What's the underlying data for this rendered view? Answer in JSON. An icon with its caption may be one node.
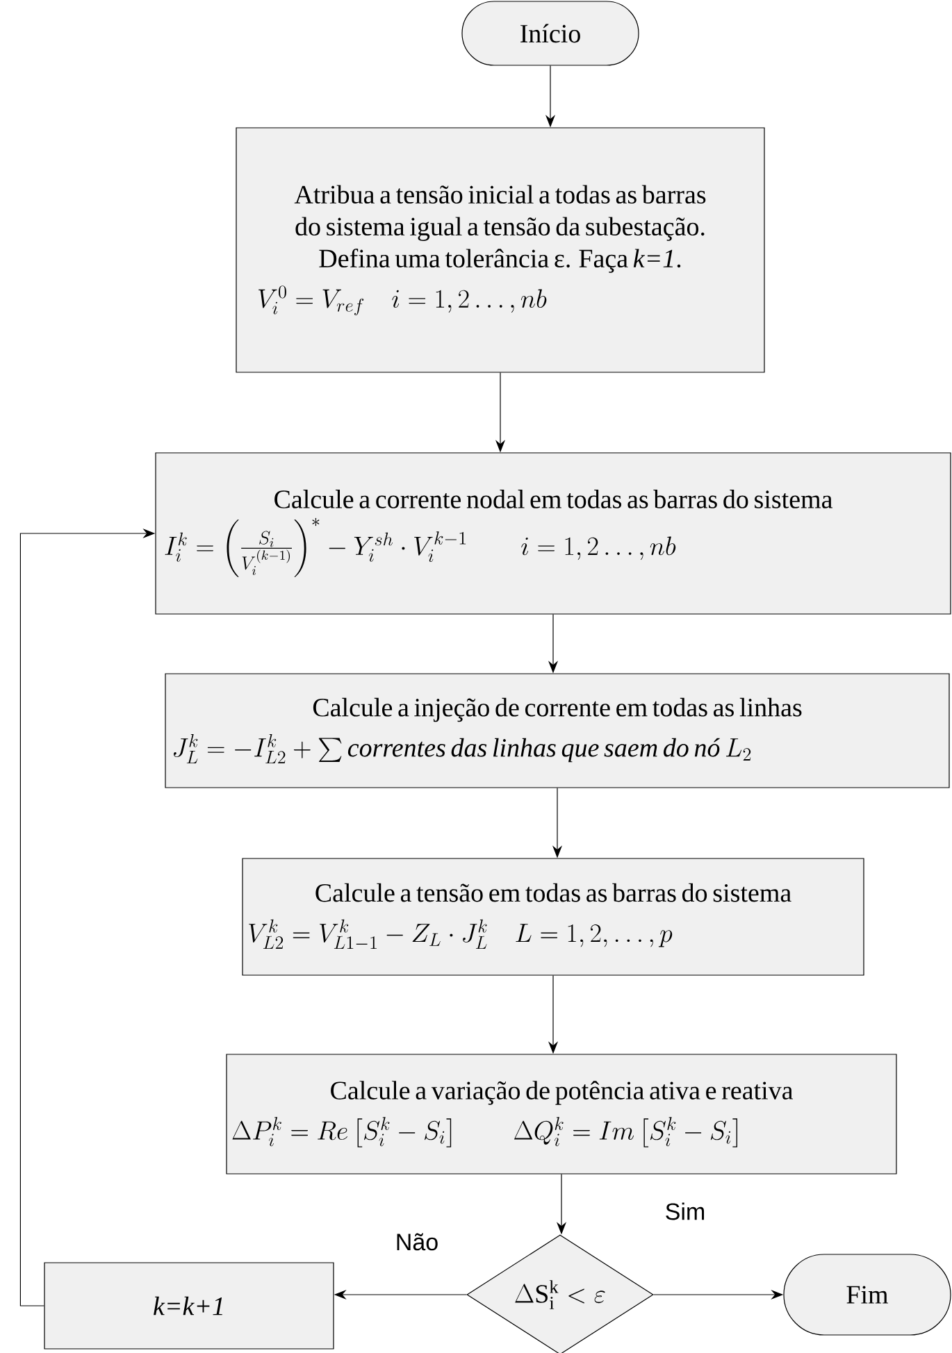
{
  "diagram": {
    "nodes": [
      {
        "text": [
          "Início"
        ]
      },
      {
        "text": [
          "Atribua a tensão inicial a todas as barras do sistema igual a tensão da subestação. Defina uma tolerância ε. Faça *k=1*.",
          "V_i^0 = V_{ref} \\quad i = 1,2 \\ldots, nb"
        ]
      },
      {
        "text": [
          "Calcule a corrente nodal em todas as barras do sistema",
          "I_i^k = \\left(\\frac{S_i}{V_i^{(k-1)}}\\right)^{*} - Y_i^{sh} \\cdot V_i^{k-1} \\qquad i = 1,2 \\ldots, nb"
        ]
      },
      {
        "text": [
          "Calcule a injeção de corrente em todas as linhas",
          "J_L^k = -I_{L2}^k + \\sum \\textit{correntes das linhas que saem do nó } L_2"
        ]
      },
      {
        "text": [
          "Calcule a tensão em todas as barras do sistema",
          "V_{L2}^k = V_{L1-1}^k - Z_L \\cdot J_L^k \\quad L = 1,2,\\ldots,p"
        ]
      },
      {
        "text": [
          "Calcule  a variação de potência ativa e reativa",
          "\\Delta P_i^k = Re\\left[S_i^k - S_i\\right] \\qquad \\Delta Q_i^k = Im\\left[S_i^k - S_i\\right]"
        ]
      },
      {
        "text": [
          "\\Delta \\mathrm{S}_{\\mathrm{i}}^{\\mathrm{k}} < \\varepsilon"
        ]
      },
      {
        "text": [
          "k=k+1"
        ]
      },
      {
        "text": [
          "Fim"
        ]
      }
    ],
    "edges": [
      {
        "from": 0,
        "to": 1,
        "arrow": "to"
      },
      {
        "from": 1,
        "to": 2,
        "arrow": "to"
      },
      {
        "from": 2,
        "to": 3,
        "arrow": "to"
      },
      {
        "from": 3,
        "to": 4,
        "arrow": "to"
      },
      {
        "from": 4,
        "to": 5,
        "arrow": "to"
      },
      {
        "from": 5,
        "to": 6,
        "arrow": "to"
      },
      {
        "from": 6,
        "to": 7,
        "arrow": "to",
        "label": "Não"
      },
      {
        "from": 6,
        "to": 8,
        "arrow": "to",
        "label": "Sim"
      },
      {
        "from": 7,
        "to": 2,
        "arrow": "to"
      }
    ]
  }
}
